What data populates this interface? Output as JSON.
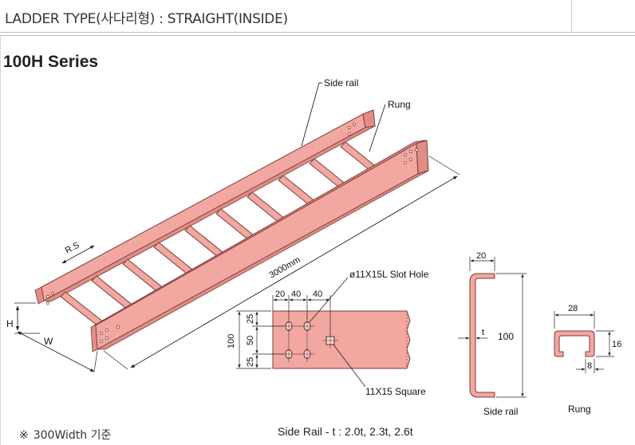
{
  "header": {
    "title": "LADDER TYPE(사다리형)  : STRAIGHT(INSIDE)"
  },
  "series_title": "100H Series",
  "ladder": {
    "labels": {
      "side_rail": "Side rail",
      "rung": "Rung",
      "rung_spacing": "R.S",
      "length": "3000mm",
      "height": "H",
      "width": "W"
    }
  },
  "rail_detail": {
    "slot_hole": "ø11X15L Slot Hole",
    "square_hole": "11X15 Square",
    "dims_top": [
      "20",
      "40",
      "40"
    ],
    "dims_left": [
      "25",
      "50",
      "25"
    ],
    "height": "100"
  },
  "side_rail_section": {
    "top": "20",
    "thickness": "t",
    "height": "100",
    "caption": "Side rail"
  },
  "rung_section": {
    "width": "28",
    "height": "16",
    "lip": "8",
    "caption": "Rung"
  },
  "footnote": {
    "mark": "※",
    "text": "300Width 기준"
  },
  "thickness_note": "Side Rail - t : 2.0t, 2.3t, 2.6t",
  "colors": {
    "tray_fill": "#f2a7a1",
    "tray_dark": "#e08d86",
    "tray_stroke": "#7a3c38",
    "line": "#222222"
  }
}
